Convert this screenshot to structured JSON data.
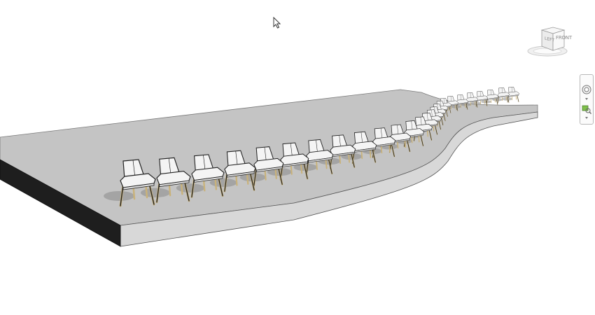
{
  "app": {
    "view_kind": "3D view"
  },
  "viewcube": {
    "front_label": "FRONT",
    "left_label": "LEFT"
  },
  "navigation_bar": {
    "items": [
      {
        "id": "steering-wheel",
        "icon": "steering-wheel-icon"
      },
      {
        "id": "zoom",
        "icon": "zoom-region-icon"
      }
    ]
  },
  "colors": {
    "platform_top": "#c6c6c6",
    "platform_side": "#d5d5d5",
    "platform_dark_side": "#1f1f1f",
    "chair_shell": "#f4f4f4",
    "chair_outline": "#222222",
    "chair_legs": "#c9b27a",
    "shadow": "#8a8a8a"
  }
}
